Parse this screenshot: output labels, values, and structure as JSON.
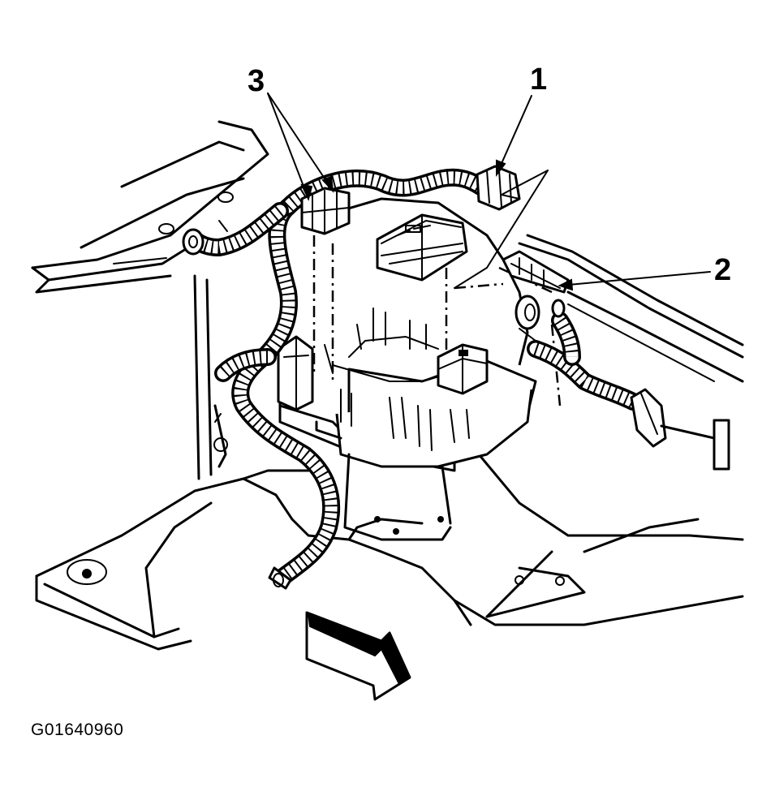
{
  "figure": {
    "id": "G01640960"
  },
  "callouts": [
    {
      "label": "1"
    },
    {
      "label": "2"
    },
    {
      "label": "3"
    }
  ],
  "colors": {
    "ink": "#000000",
    "paper": "#ffffff"
  }
}
